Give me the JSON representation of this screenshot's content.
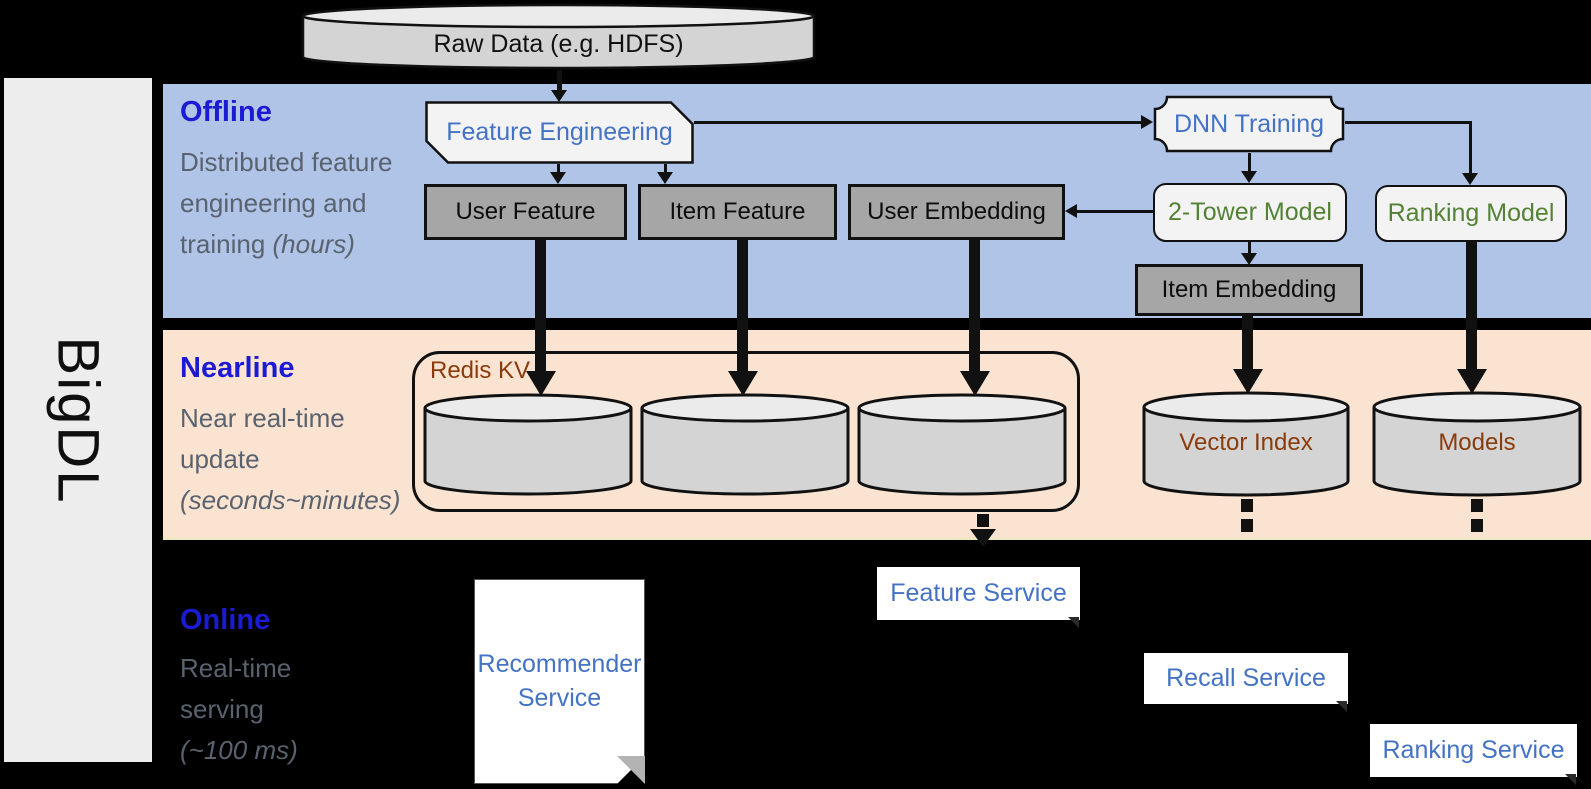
{
  "brand": {
    "label": "BigDL"
  },
  "datasource": {
    "label": "Raw Data (e.g. HDFS)"
  },
  "sections": {
    "offline": {
      "title": "Offline",
      "desc": "Distributed feature engineering and training",
      "note": "(hours)"
    },
    "nearline": {
      "title": "Nearline",
      "desc": "Near real-time update",
      "note": "(seconds~minutes)"
    },
    "online": {
      "title": "Online",
      "desc": "Real-time serving",
      "note": "(~100 ms)"
    }
  },
  "offline": {
    "feature_engineering": "Feature Engineering",
    "dnn_training": "DNN Training",
    "user_feature": "User Feature",
    "item_feature": "Item Feature",
    "user_embedding": "User Embedding",
    "two_tower_model": "2-Tower Model",
    "ranking_model": "Ranking Model",
    "item_embedding": "Item Embedding"
  },
  "nearline": {
    "redis_kv": "Redis KV",
    "vector_index": "Vector Index",
    "models": "Models"
  },
  "online": {
    "recommender_service": "Recommender Service",
    "feature_service": "Feature Service",
    "recall_service": "Recall Service",
    "ranking_service": "Ranking Service"
  },
  "colors": {
    "offline_band": "#b0c4e7",
    "nearline_band": "#fbe3d1",
    "online_band": "#000000",
    "section_title_blue": "#1b1bd3",
    "body_slate": "#59626f",
    "shape_text_blue": "#4472c4",
    "model_text_green": "#548235",
    "store_text_brown": "#8a3b0c",
    "gray_box": "#a6a6a6",
    "light_shape": "#f3f3f3",
    "cylinder_body": "#d4d4d4",
    "cylinder_top": "#ebebeb"
  }
}
